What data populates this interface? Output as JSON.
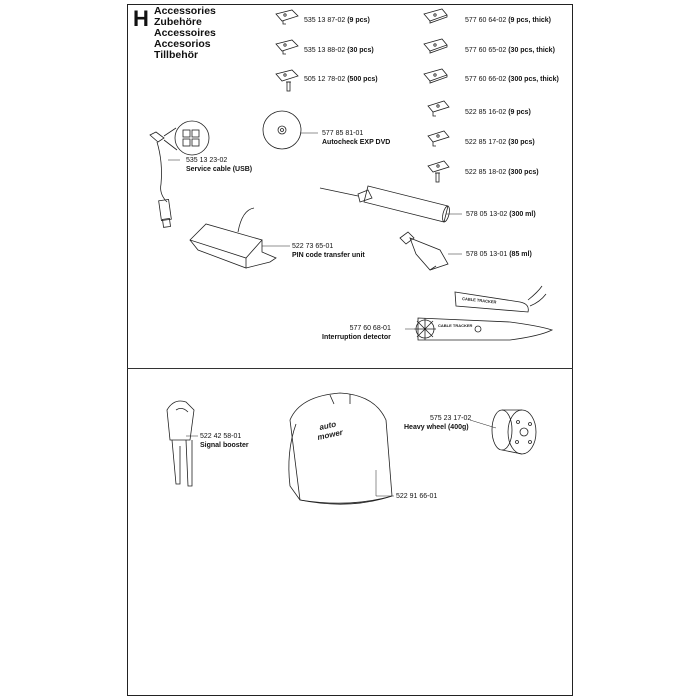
{
  "section": {
    "letter": "H",
    "titles": [
      "Accessories",
      "Zubehöre",
      "Accessoires",
      "Accesorios",
      "Tillbehör"
    ]
  },
  "parts": {
    "blade_a_9": {
      "pn": "535 13 87-02",
      "qty": "(9 pcs)"
    },
    "blade_a_30": {
      "pn": "535 13 88-02",
      "qty": "(30 pcs)"
    },
    "blade_a_500": {
      "pn": "505 12 78-02",
      "qty": "(500 pcs)"
    },
    "blade_t_9": {
      "pn": "577 60 64-02",
      "qty": "(9 pcs, thick)"
    },
    "blade_t_30": {
      "pn": "577 60 65-02",
      "qty": "(30 pcs, thick)"
    },
    "blade_t_300": {
      "pn": "577 60 66-02",
      "qty": "(300 pcs, thick)"
    },
    "blade_b_9": {
      "pn": "522 85 16-02",
      "qty": "(9 pcs)"
    },
    "blade_b_30": {
      "pn": "522 85 17-02",
      "qty": "(30 pcs)"
    },
    "blade_b_300": {
      "pn": "522 85 18-02",
      "qty": "(300 pcs)"
    },
    "dvd": {
      "pn": "577 85 81-01",
      "desc": "Autocheck EXP DVD"
    },
    "usb_cable": {
      "pn": "535 13 23-02",
      "desc": "Service cable (USB)"
    },
    "pin_unit": {
      "pn": "522 73 65-01",
      "desc": "PIN code transfer unit"
    },
    "grease_300": {
      "pn": "578 05 13-02",
      "qty": "(300 ml)"
    },
    "grease_85": {
      "pn": "578 05 13-01",
      "qty": "(85 ml)"
    },
    "detector": {
      "pn": "577 60 68-01",
      "desc": "Interruption detector",
      "brand": "CABLE TRACKER"
    },
    "booster": {
      "pn": "522 42 58-01",
      "desc": "Signal booster"
    },
    "backpack": {
      "pn": "522 91 66-01",
      "brand": "auto mower"
    },
    "wheel": {
      "pn": "575 23 17-02",
      "desc": "Heavy wheel (400g)"
    }
  }
}
